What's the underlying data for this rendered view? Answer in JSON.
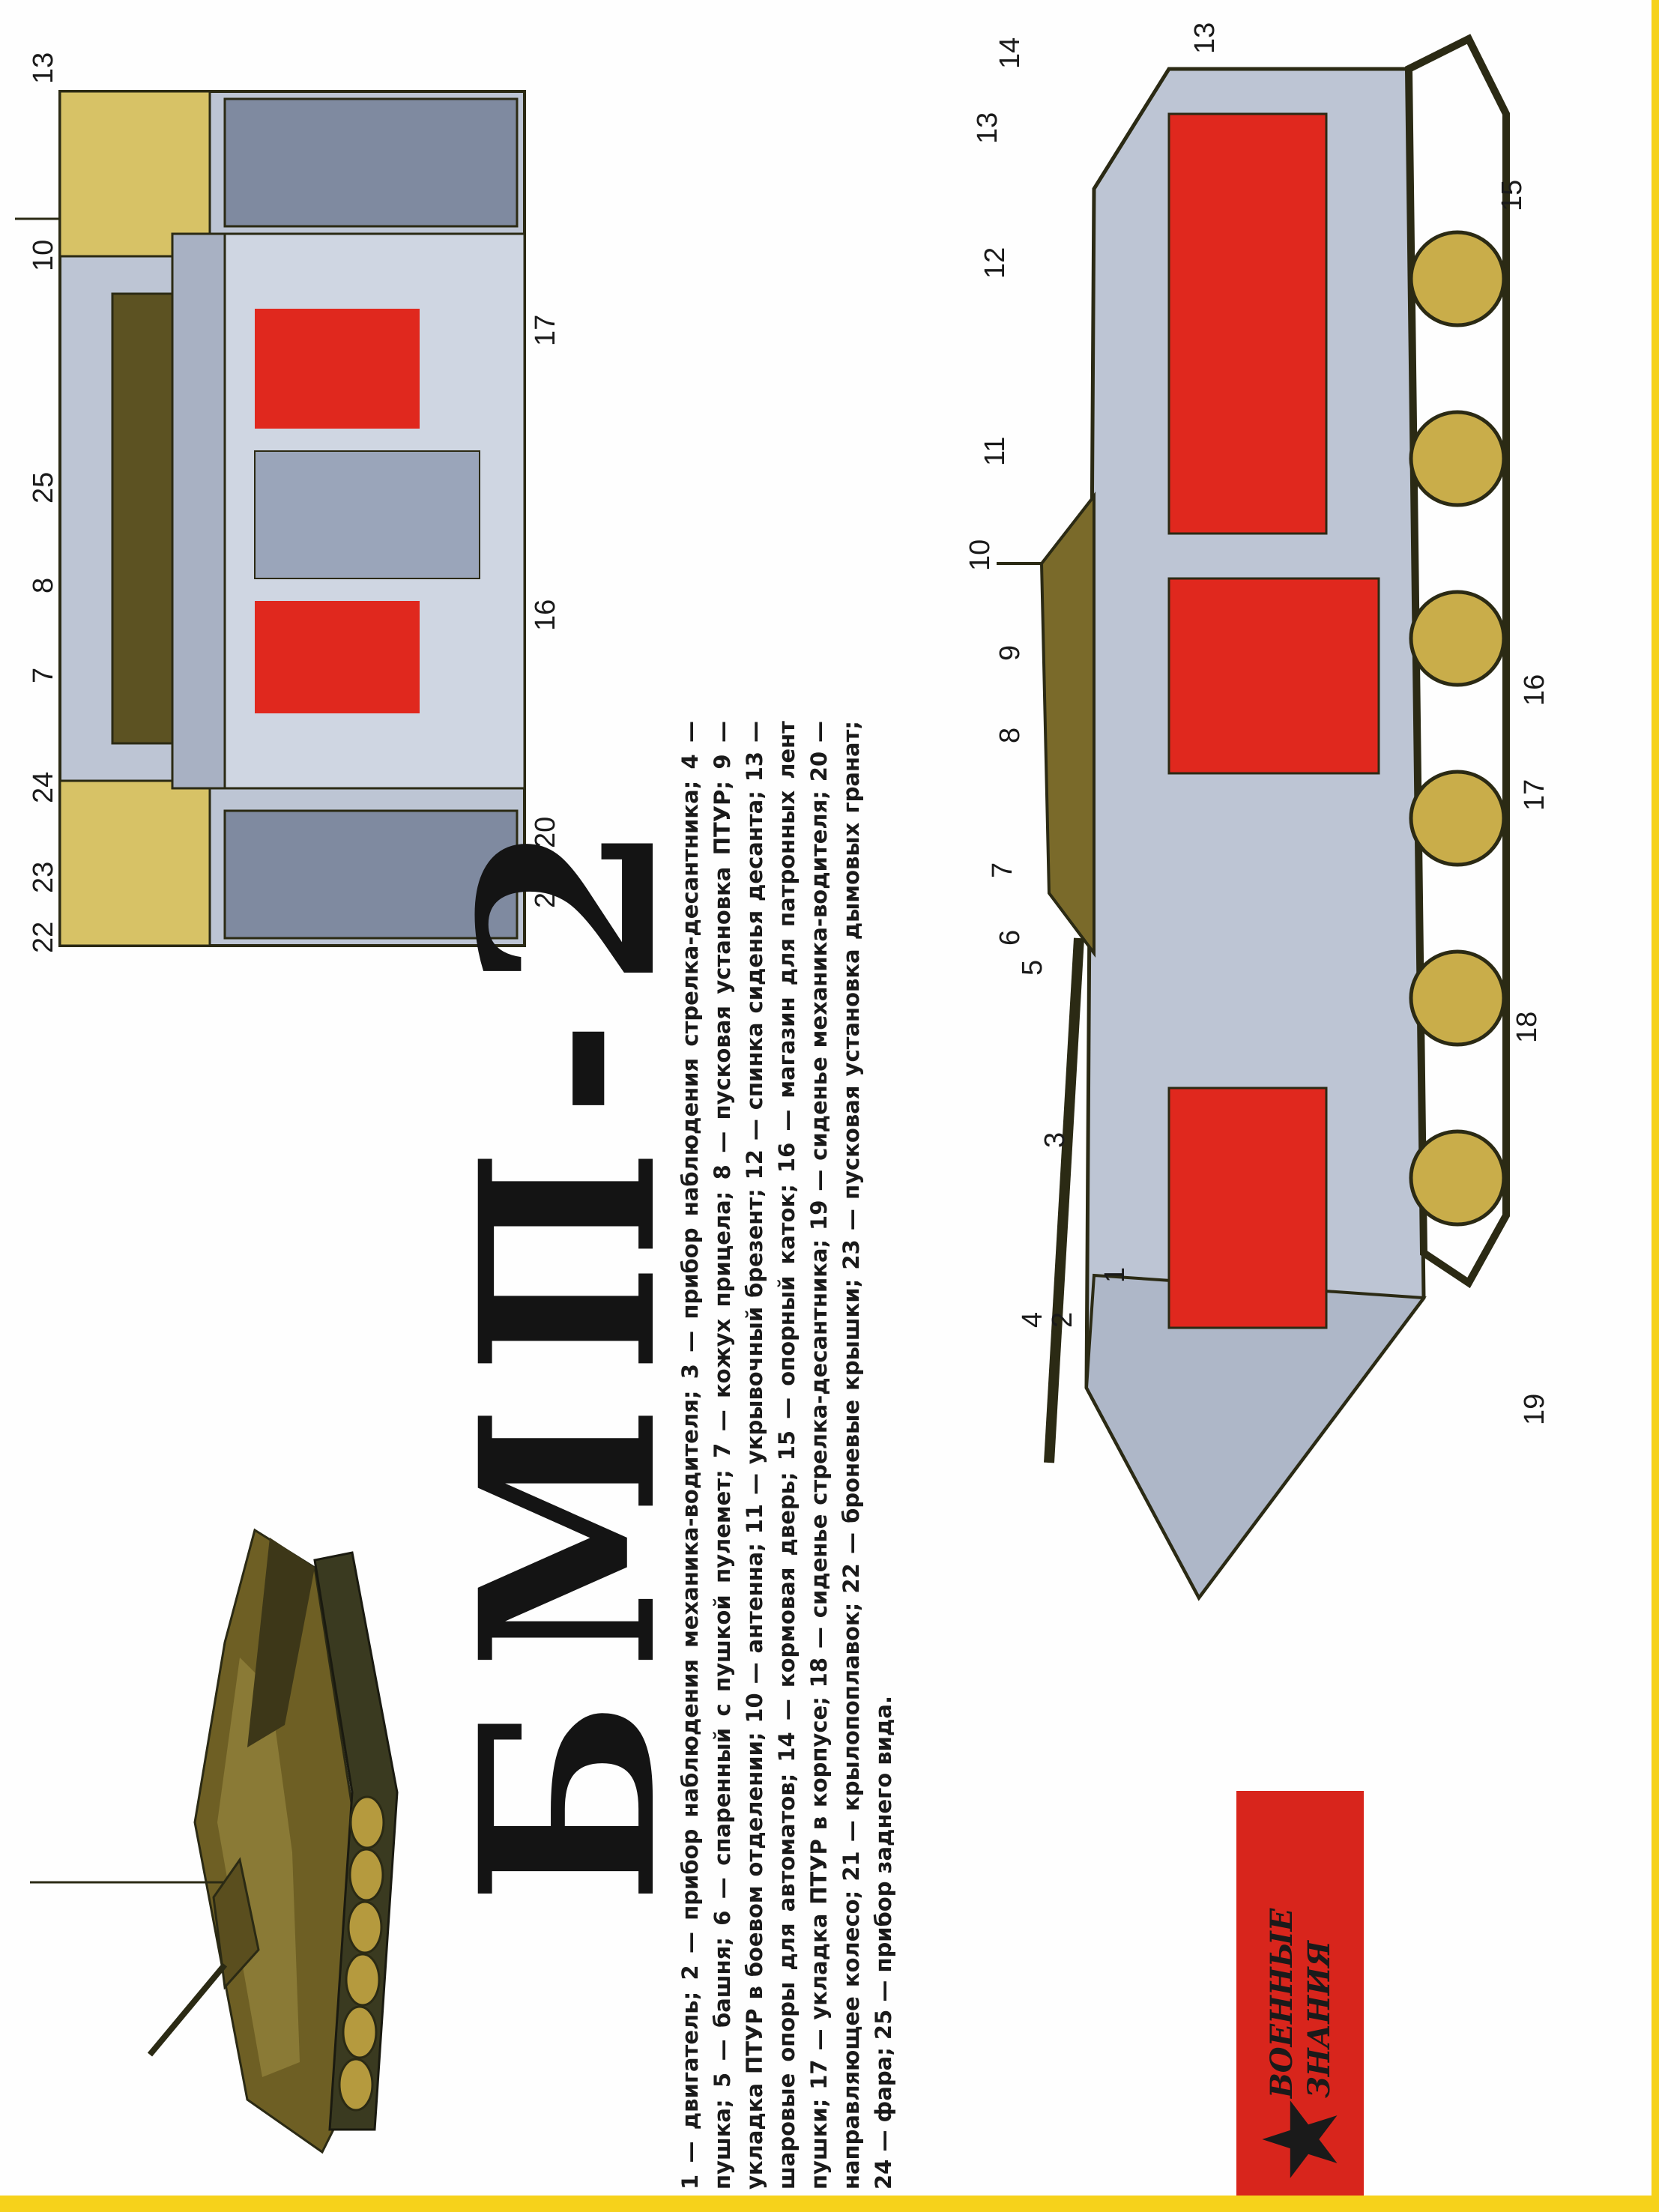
{
  "title": "БМП-2",
  "legend_text": "1 — двигатель; 2 — прибор наблюдения механика-водителя; 3 — прибор наблюдения стрелка-десантника; 4 — пушка; 5 — башня; 6 — спаренный с пушкой пулемет; 7 — кожух прицела; 8 — пусковая установка ПТУР; 9 — укладка ПТУР в боевом отделении; 10 — антенна; 11 — укрывочный брезент; 12 — спинка сиденья десанта; 13 — шаровые опоры для автоматов; 14 — кормовая дверь; 15 — опорный каток; 16 — магазин для патронных лент пушки; 17 — укладка ПТУР в корпусе; 18 — сиденье стрелка-десантника; 19 — сиденье механика-водителя; 20 — направляющее колесо; 21 — крылопоплавок; 22 — броневые крышки; 23 — пусковая установка дымовых гранат; 24 — фара; 25 — прибор заднего вида.",
  "publisher_logo": "Военные знания",
  "colors": {
    "frame": "#f6d21b",
    "brand": "#d8251c",
    "cutaway_red": "#e0281e",
    "interior_grey": "#bdc5d4",
    "hull_olive": "#7a6a2a",
    "road_wheel": "#c9ad4a"
  },
  "side_view_labels": [
    "1",
    "2",
    "3",
    "4",
    "5",
    "6",
    "7",
    "8",
    "9",
    "10",
    "11",
    "12",
    "13",
    "13",
    "14",
    "15",
    "16",
    "17",
    "18",
    "19"
  ],
  "rear_view_labels": [
    "7",
    "8",
    "10",
    "13",
    "16",
    "17",
    "20",
    "21",
    "22",
    "23",
    "24",
    "25"
  ]
}
